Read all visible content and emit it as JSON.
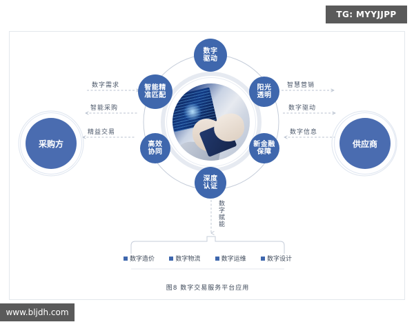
{
  "watermarks": {
    "top_right": "TG: MYYJJPP",
    "bottom_left": "www.bljdh.com"
  },
  "diagram": {
    "title_caption": "图8  数字交易服务平台应用",
    "parties": {
      "left": "采购方",
      "right": "供应商"
    },
    "ring_nodes": [
      {
        "id": "top",
        "line1": "数字",
        "line2": "驱动"
      },
      {
        "id": "right-upper",
        "line1": "阳光",
        "line2": "透明"
      },
      {
        "id": "right-lower",
        "line1": "新金融",
        "line2": "保障"
      },
      {
        "id": "bottom",
        "line1": "深度",
        "line2": "认证"
      },
      {
        "id": "left-lower",
        "line1": "高效",
        "line2": "协同"
      },
      {
        "id": "left-upper",
        "line1": "智能精",
        "line2": "准匹配"
      }
    ],
    "left_flows": [
      {
        "label": "数字需求",
        "direction": "right"
      },
      {
        "label": "智能采购",
        "direction": "left"
      },
      {
        "label": "精益交易",
        "direction": "left"
      }
    ],
    "right_flows": [
      {
        "label": "智慧营销",
        "direction": "right"
      },
      {
        "label": "数字驱动",
        "direction": "right"
      },
      {
        "label": "数字信息",
        "direction": "left"
      }
    ],
    "empowerment_label": "数字赋能",
    "legend": [
      "数字造价",
      "数字物流",
      "数字运维",
      "数字设计"
    ]
  },
  "colors": {
    "node_blue": "#3f67ad",
    "party_blue": "#4a6cb0",
    "line_gray": "#b9c2cf",
    "frame_border": "#e3e7ec",
    "watermark_bg": "#5a5a5a"
  }
}
